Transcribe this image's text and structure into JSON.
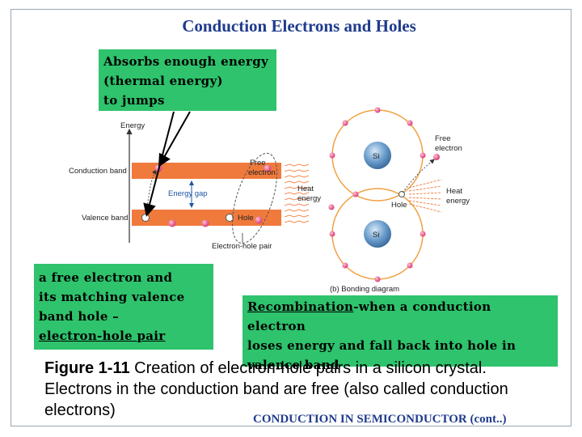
{
  "title": "Conduction Electrons and Holes",
  "callouts": {
    "absorbs": [
      "Absorbs enough energy",
      "(thermal energy)",
      "to jumps"
    ],
    "pair": [
      "a free electron and",
      "its matching valence",
      "band hole –"
    ],
    "pair_underlined": "electron-hole pair",
    "recombination_term": "Recombination",
    "recombination_rest": "-when a conduction electron",
    "recombination_lines": [
      "loses energy and fall back into hole in",
      "valence band"
    ]
  },
  "band_diagram": {
    "energy_axis": "Energy",
    "conduction_band": "Conduction band",
    "valence_band": "Valence band",
    "energy_gap": "Energy gap",
    "free_electron": [
      "Free",
      "electron"
    ],
    "heat_energy": [
      "Heat",
      "energy"
    ],
    "hole": "Hole",
    "electron_hole_pair": "Electron-hole pair"
  },
  "bonding_diagram": {
    "atom_top": "Si",
    "atom_bottom": "Si",
    "free_electron": [
      "Free",
      "electron"
    ],
    "heat_energy": [
      "Heat",
      "energy"
    ],
    "hole": "Hole",
    "caption": "(b) Bonding diagram"
  },
  "figure_caption": {
    "label": "Figure 1-11",
    "text": " Creation of electron-hole pairs in a silicon crystal. Electrons in the conduction band are free (also called conduction electrons)"
  },
  "footer": "CONDUCTION IN SEMICONDUCTOR (cont..)",
  "colors": {
    "title": "#1f3b8c",
    "callout": "#2ec36c",
    "band": "#f07a3c",
    "electron": "#e2487e",
    "atom": "#6a9ccc"
  }
}
